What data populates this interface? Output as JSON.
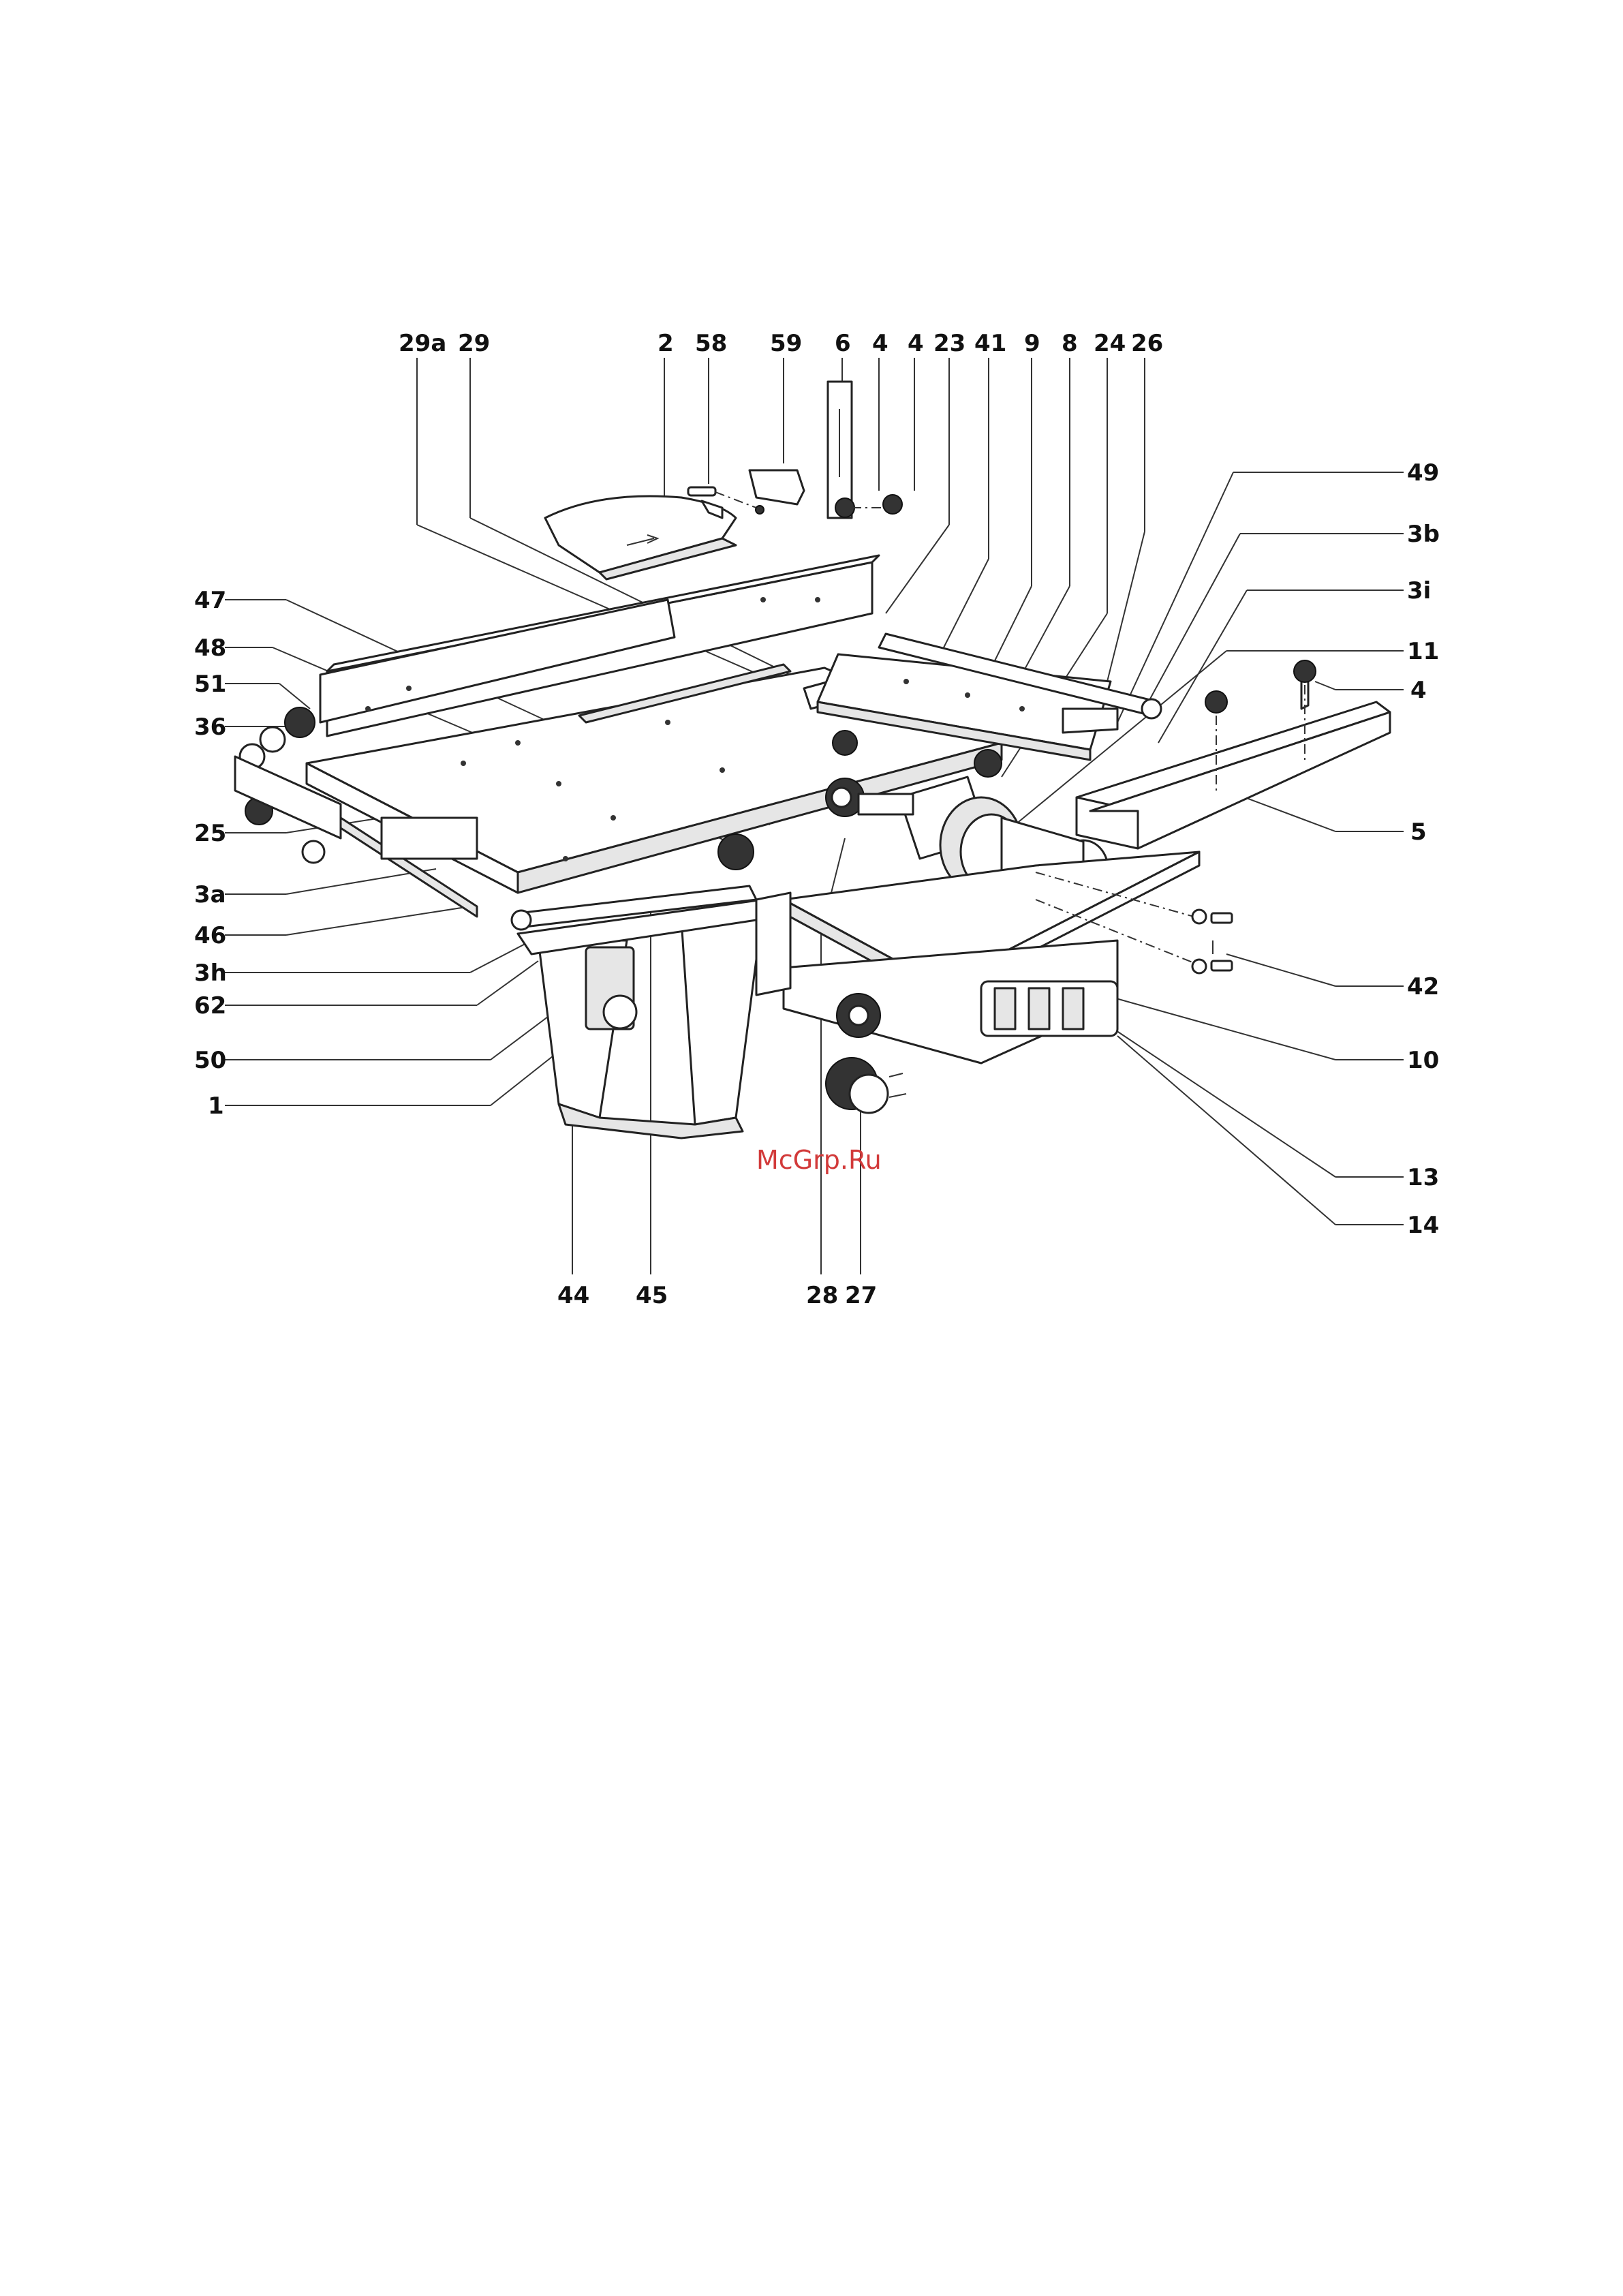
{
  "watermark": "McGrp.Ru",
  "callouts_top": [
    "29a",
    "29",
    "2",
    "58",
    "59",
    "6",
    "4",
    "4",
    "23",
    "41",
    "9",
    "8",
    "24",
    "26"
  ],
  "callouts_left": [
    "47",
    "48",
    "51",
    "36",
    "25",
    "3a",
    "46",
    "3h",
    "62",
    "50",
    "1"
  ],
  "callouts_right": [
    "49",
    "3b",
    "3i",
    "11",
    "4",
    "5",
    "42",
    "10",
    "13",
    "14"
  ],
  "callouts_bottom": [
    "44",
    "45",
    "28",
    "27"
  ]
}
